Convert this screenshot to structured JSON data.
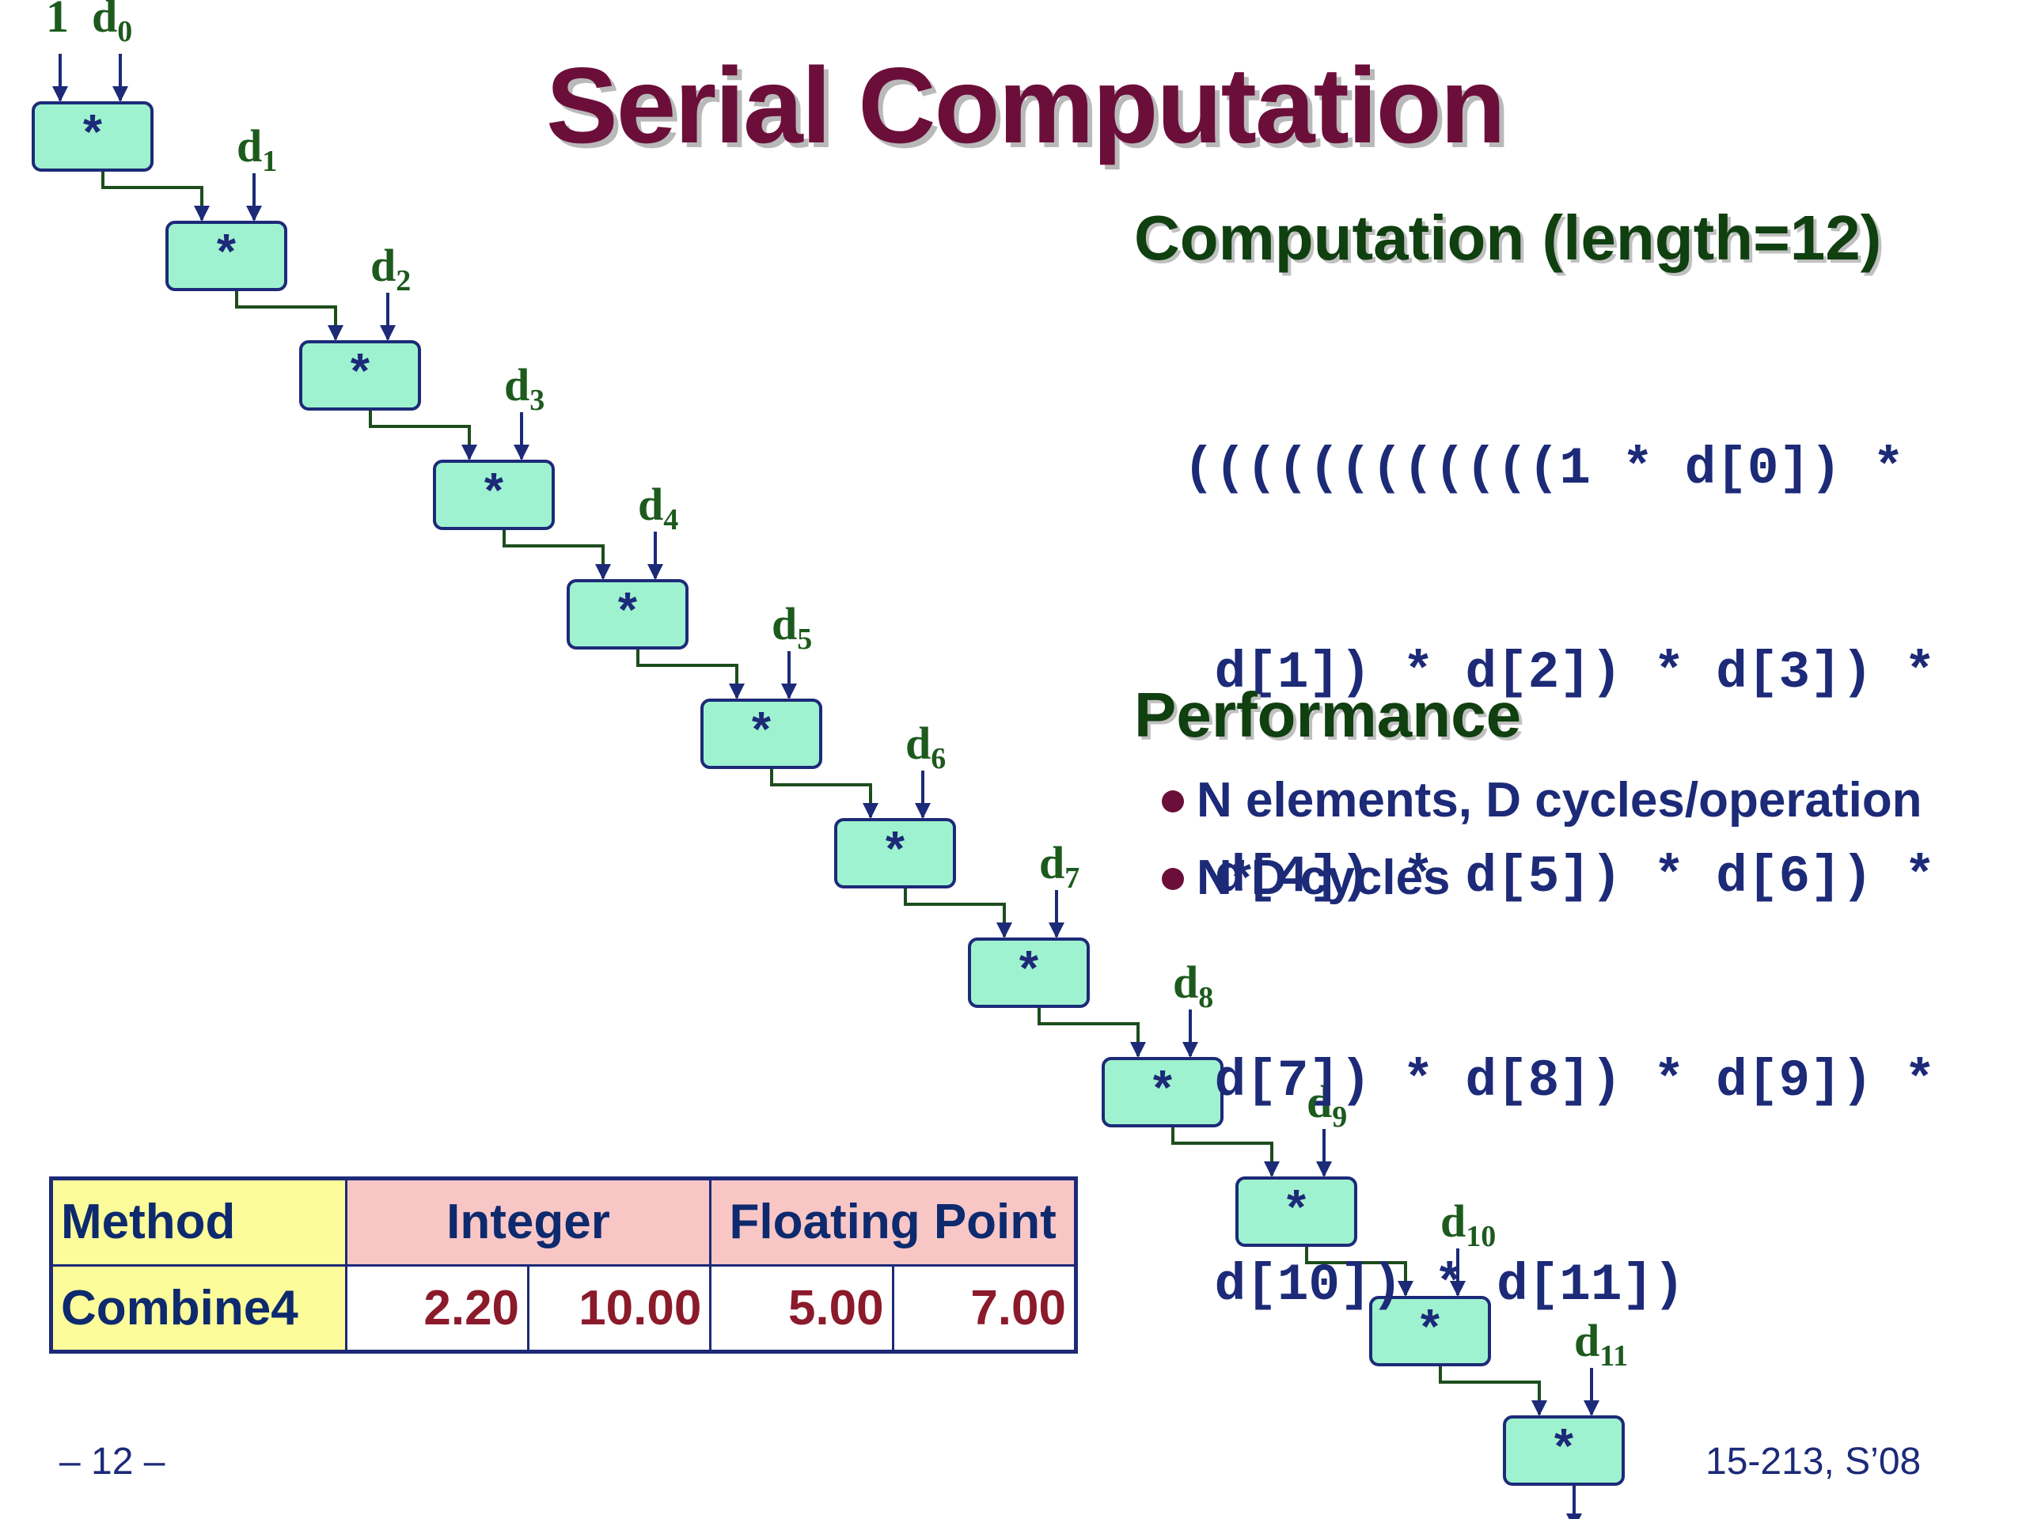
{
  "slide": {
    "title": "Serial Computation",
    "footer_left": "– 12 –",
    "footer_right": "15-213, S’08"
  },
  "computation": {
    "heading": "Computation (length=12)",
    "code_lines": [
      "((((((((((((1 * d[0]) *",
      " d[1]) * d[2]) * d[3]) *",
      " d[4]) * d[5]) * d[6]) *",
      " d[7]) * d[8]) * d[9]) *",
      " d[10]) * d[11])"
    ]
  },
  "performance": {
    "heading": "Performance",
    "bullets": [
      "N elements, D cycles/operation",
      "N*D cycles"
    ]
  },
  "diagram": {
    "initial_input": "1",
    "operator": "*",
    "inputs": [
      "d0",
      "d1",
      "d2",
      "d3",
      "d4",
      "d5",
      "d6",
      "d7",
      "d8",
      "d9",
      "d10",
      "d11"
    ],
    "colors": {
      "box_fill": "#9ff2cf",
      "box_border": "#1c2a78",
      "feed_line": "#1d4d1d",
      "arrow": "#1c2a78",
      "label": "#1d5a1d"
    }
  },
  "table": {
    "headers": [
      "Method",
      "Integer",
      "Floating Point"
    ],
    "rows": [
      {
        "method": "Combine4",
        "values": [
          "2.20",
          "10.00",
          "5.00",
          "7.00"
        ]
      }
    ],
    "colors": {
      "method_col": "#fcfc9a",
      "header_row": "#f9c6c6",
      "value_text": "#8b1a2b"
    }
  }
}
